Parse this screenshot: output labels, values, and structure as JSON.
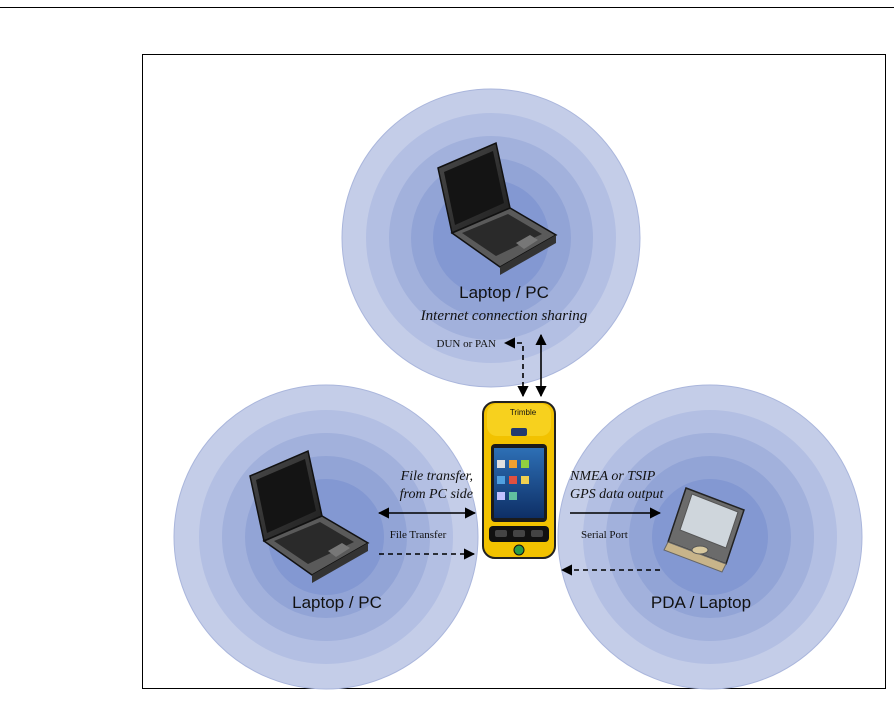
{
  "nodes": {
    "top": {
      "title": "Laptop / PC",
      "subtitle": "Internet connection sharing"
    },
    "left": {
      "title": "Laptop / PC"
    },
    "right": {
      "title": "PDA / Laptop"
    },
    "center": {
      "brand": "Trimble"
    }
  },
  "links": {
    "top": {
      "solid_label": "Internet connection sharing",
      "dashed_label": "DUN or PAN"
    },
    "left": {
      "solid_label_line1": "File transfer,",
      "solid_label_line2": "from PC side",
      "dashed_label": "File Transfer"
    },
    "right": {
      "solid_label_line1": "NMEA or TSIP",
      "solid_label_line2": "GPS data output",
      "dashed_label": "Serial Port"
    }
  },
  "colors": {
    "ring_outer": "#c4cde8",
    "ring_inner": "#7c93cf",
    "device_yellow": "#f2c200",
    "laptop_dark": "#3a3a3a"
  }
}
